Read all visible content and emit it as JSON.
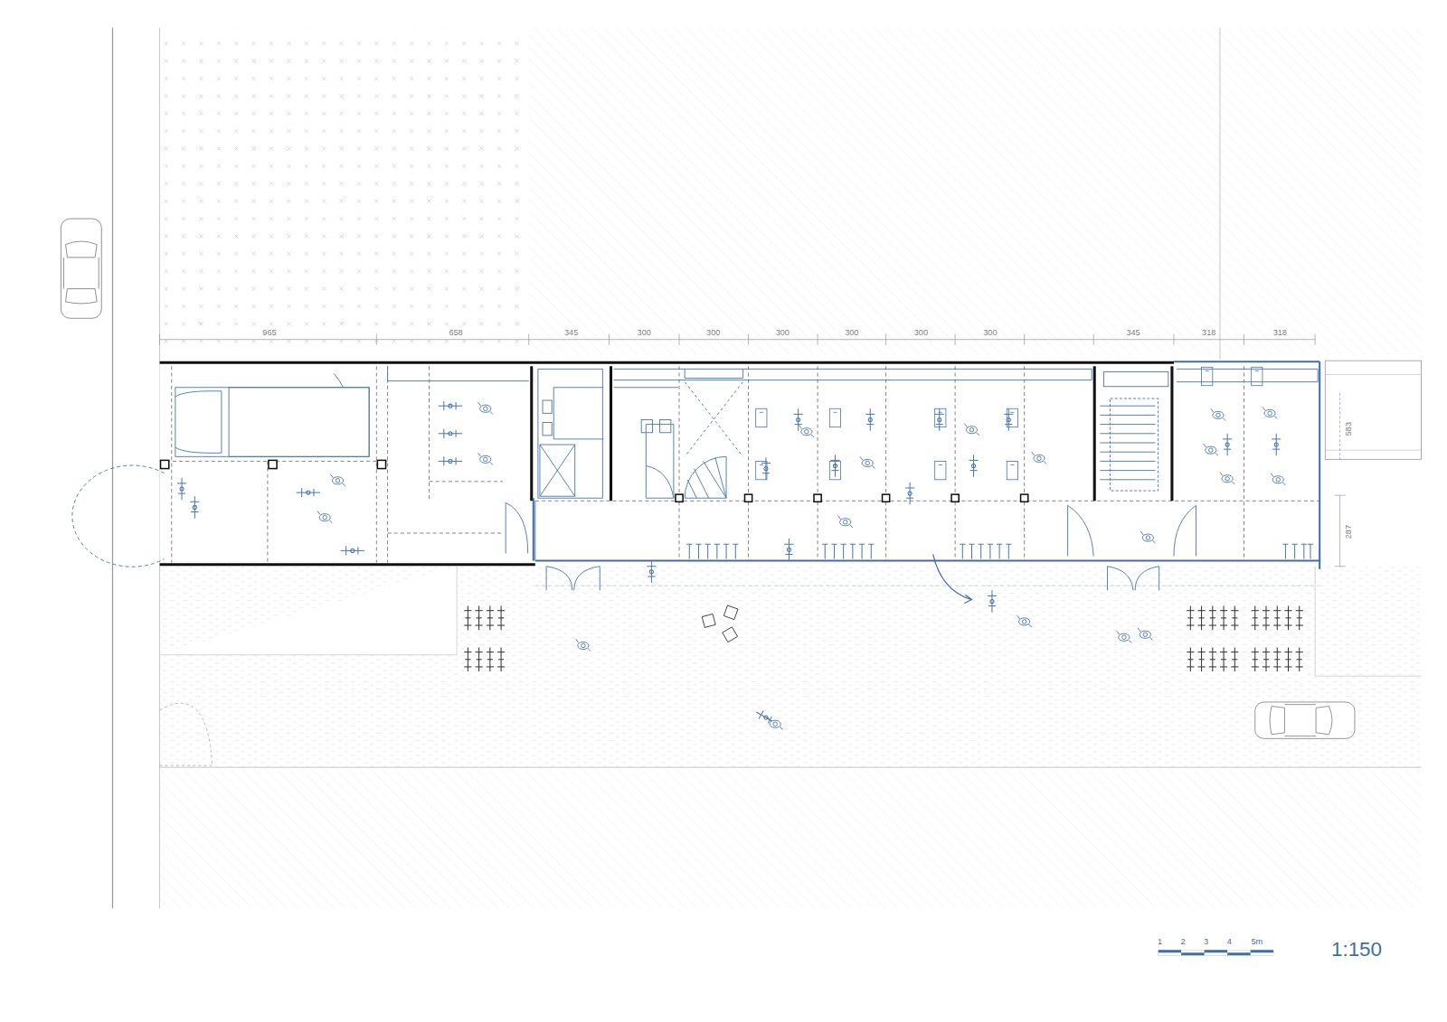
{
  "diagram": {
    "labels": [
      "965",
      "658",
      "345",
      "300",
      "300",
      "300",
      "300",
      "300",
      "300",
      "345",
      "318",
      "318",
      "583",
      "287",
      "1",
      "2",
      "3",
      "4",
      "5m",
      "1:150"
    ]
  }
}
